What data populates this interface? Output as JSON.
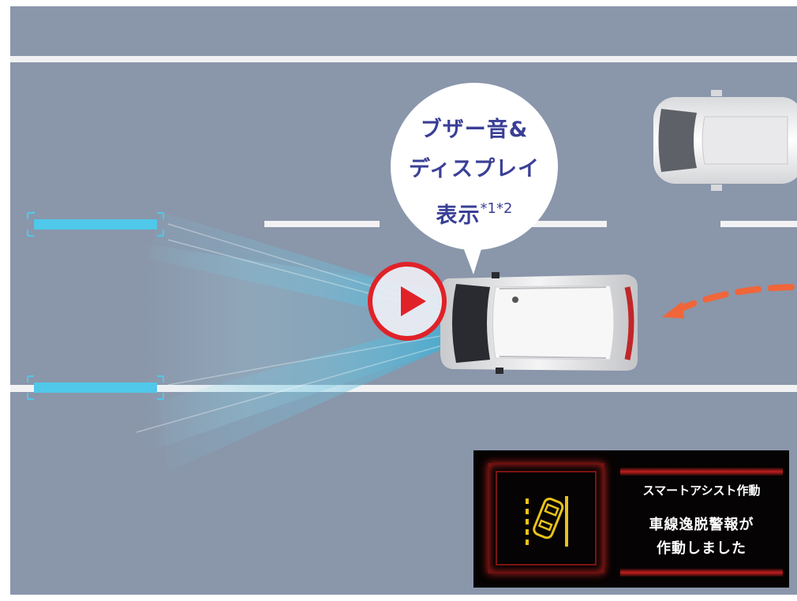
{
  "bubble": {
    "line1": "ブザー音&",
    "line2": "ディスプレイ",
    "line3": "表示",
    "footnote": "*1*2"
  },
  "play_button": {
    "icon": "play-icon",
    "color": "#e02228"
  },
  "display_panel": {
    "title": "スマートアシスト作動",
    "message_line1": "車線逸脱警報が",
    "message_line2": "作動しました",
    "icon": "lane-departure-icon",
    "accent_color": "#c21e1e",
    "icon_color": "#e8c21a"
  },
  "colors": {
    "road": "#8a96aa",
    "lane_line": "#ffffff",
    "sensor_beam": "#4fc3e0",
    "warning_arrow": "#f0663a",
    "bubble_text": "#3a3f96"
  }
}
